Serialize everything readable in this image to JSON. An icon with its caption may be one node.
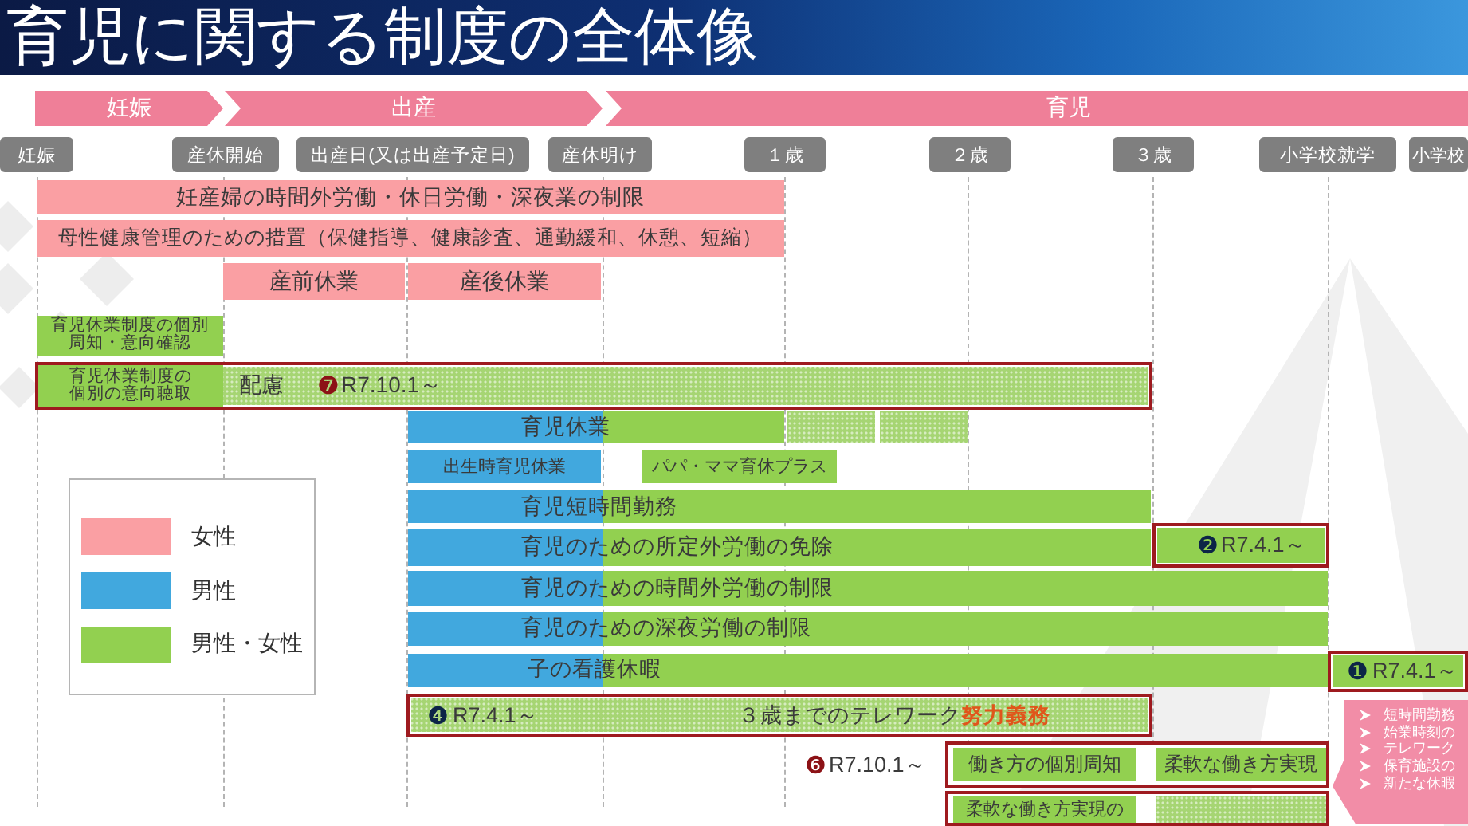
{
  "diagram": {
    "title": "育児に関する制度の全体像",
    "nodes": [
      {
        "text": [
          "妊娠"
        ]
      },
      {
        "text": [
          "出産"
        ]
      },
      {
        "text": [
          "育児"
        ]
      },
      {
        "text": [
          "妊娠"
        ]
      },
      {
        "text": [
          "産休開始"
        ]
      },
      {
        "text": [
          "出産日(又は出産予定日)"
        ]
      },
      {
        "text": [
          "産休明け"
        ]
      },
      {
        "text": [
          "１歳"
        ]
      },
      {
        "text": [
          "２歳"
        ]
      },
      {
        "text": [
          "３歳"
        ]
      },
      {
        "text": [
          "小学校就学"
        ]
      },
      {
        "text": [
          "小学校"
        ]
      },
      {
        "text": [
          "妊産婦の時間外労働・休日労働・深夜業の制限"
        ]
      },
      {
        "text": [
          "母性健康管理のための措置（保健指導、健康診査、通勤緩和、休憩、短縮）"
        ]
      },
      {
        "text": [
          "産前休業"
        ]
      },
      {
        "text": [
          "産後休業"
        ]
      },
      {
        "text": [
          "育児休業制度の個別周知・意向確認"
        ]
      },
      {
        "text": [
          "配慮",
          "❼",
          "R7.10.1～"
        ]
      },
      {
        "text": [
          "育児休業制度の個別の意向聴取"
        ],
        "in": 17
      },
      {
        "text": [
          "育児休業"
        ]
      },
      {
        "text": [],
        "shape": "bar"
      },
      {
        "text": [],
        "shape": "bar"
      },
      {
        "text": [
          "出生時育児休業"
        ]
      },
      {
        "text": [
          "パパ・ママ育休プラス"
        ]
      },
      {
        "text": [
          "育児短時間勤務"
        ]
      },
      {
        "text": [
          "育児のための所定外労働の免除"
        ]
      },
      {
        "text": [
          "❷",
          "R7.4.1～"
        ]
      },
      {
        "text": [
          "育児のための時間外労働の制限"
        ]
      },
      {
        "text": [
          "育児のための深夜労働の制限"
        ]
      },
      {
        "text": [
          "子の看護休暇"
        ]
      },
      {
        "text": [
          "❶",
          "R7.4.1～"
        ]
      },
      {
        "text": [
          "❹",
          "R7.4.1～",
          "３歳までのテレワーク**努力義務**"
        ]
      },
      {
        "text": [
          "短時間勤務",
          "始業時刻の",
          "テレワーク",
          "保育施設の",
          "新たな休暇"
        ]
      },
      {
        "text": [],
        "shape": "box",
        "beside": [
          "❻",
          "R7.10.1～"
        ]
      },
      {
        "text": [
          "働き方の個別周知"
        ],
        "in": 33
      },
      {
        "text": [
          "柔軟な働き方実現"
        ],
        "in": 33
      },
      {
        "text": [],
        "shape": "box"
      },
      {
        "text": [
          "柔軟な働き方実現の"
        ],
        "in": 36
      },
      {
        "text": [],
        "shape": "bar",
        "in": 36
      }
    ],
    "legend": [
      {
        "text": "女性",
        "color": "#fa9fa3"
      },
      {
        "text": "男性",
        "color": "#41a8de"
      },
      {
        "text": "男性・女性",
        "color": "#92d050"
      }
    ]
  }
}
